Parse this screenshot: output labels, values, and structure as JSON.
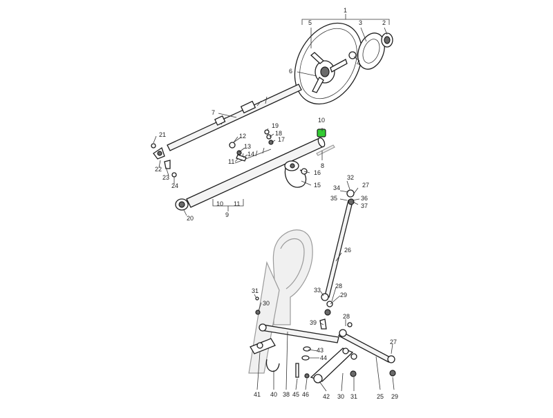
{
  "highlight_color": "#33cc33",
  "highlighted_part": "10",
  "labels": {
    "l1": "1",
    "l2": "2",
    "l3": "3",
    "l4": "4",
    "l5": "5",
    "l6": "6",
    "l7": "7",
    "l8": "8",
    "l9": "9",
    "l10a": "10",
    "l10b": "10",
    "l11a": "11",
    "l11b": "11",
    "l12": "12",
    "l13": "13",
    "l14": "14",
    "l15": "15",
    "l16": "16",
    "l17": "17",
    "l18": "18",
    "l19": "19",
    "l20": "20",
    "l21": "21",
    "l22": "22",
    "l23": "23",
    "l24": "24",
    "l25": "25",
    "l26": "26",
    "l27a": "27",
    "l27b": "27",
    "l28a": "28",
    "l28b": "28",
    "l29a": "29",
    "l29b": "29",
    "l30a": "30",
    "l30b": "30",
    "l31a": "31",
    "l31b": "31",
    "l32": "32",
    "l33": "33",
    "l34": "34",
    "l35": "35",
    "l36": "36",
    "l37": "37",
    "l38": "38",
    "l39": "39",
    "l40": "40",
    "l41": "41",
    "l42": "42",
    "l43": "43",
    "l44": "44",
    "l45": "45",
    "l46": "46"
  }
}
